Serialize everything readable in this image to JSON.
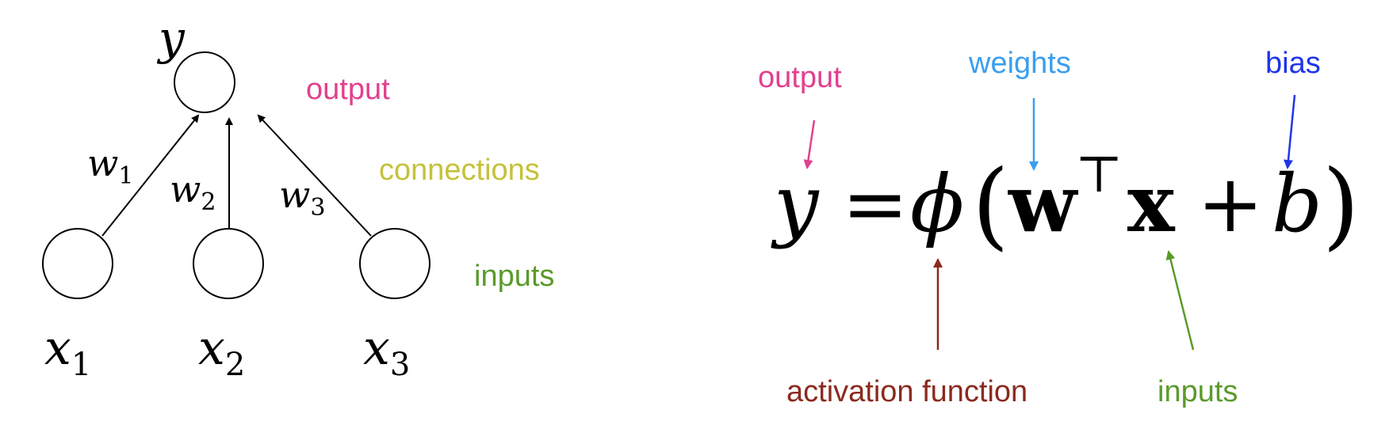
{
  "colors": {
    "output": "#e0418e",
    "connections": "#c6c13a",
    "inputs": "#5a9a2a",
    "weights": "#3a9ef0",
    "bias": "#1f35e8",
    "activation": "#8b2a1d",
    "math": "#000000"
  },
  "left_diagram": {
    "output_symbol": "y",
    "weights": [
      {
        "symbol": "w",
        "sub": "1"
      },
      {
        "symbol": "w",
        "sub": "2"
      },
      {
        "symbol": "w",
        "sub": "3"
      }
    ],
    "inputs": [
      {
        "symbol": "x",
        "sub": "1"
      },
      {
        "symbol": "x",
        "sub": "2"
      },
      {
        "symbol": "x",
        "sub": "3"
      }
    ],
    "labels": {
      "output": "output",
      "connections": "connections",
      "inputs": "inputs"
    }
  },
  "right_formula": {
    "y": "y",
    "equals": "=",
    "phi": "ϕ",
    "open_paren": "(",
    "w": "w",
    "transpose": "⊤",
    "x": "x",
    "plus": "+",
    "b": "b",
    "close_paren": ")",
    "labels": {
      "output": "output",
      "weights": "weights",
      "bias": "bias",
      "activation": "activation function",
      "inputs": "inputs"
    }
  }
}
